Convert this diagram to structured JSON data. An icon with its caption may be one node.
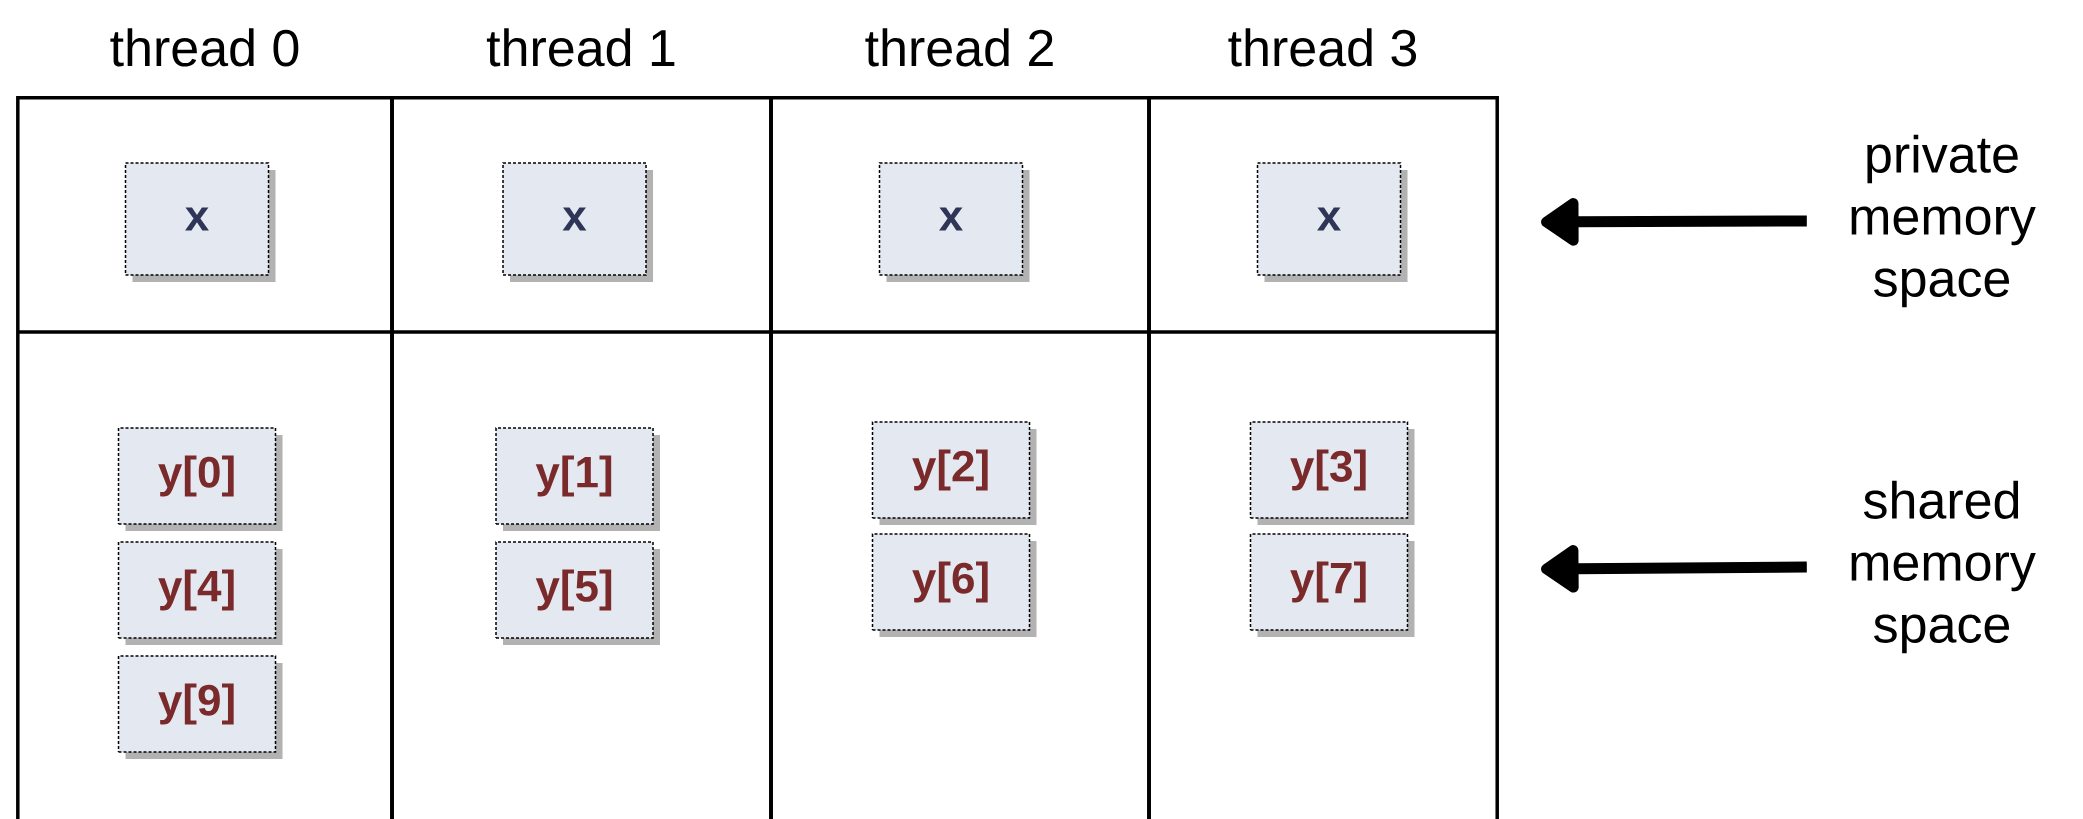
{
  "diagram": {
    "nodes": [
      {
        "text": [
          "thread 0"
        ]
      },
      {
        "text": [
          "x"
        ],
        "in": 0
      },
      {
        "text": [
          "y[0]"
        ],
        "in": 0
      },
      {
        "text": [
          "y[4]"
        ],
        "in": 0
      },
      {
        "text": [
          "y[9]"
        ],
        "in": 0
      },
      {
        "text": [
          "thread 1"
        ]
      },
      {
        "text": [
          "x"
        ],
        "in": 5
      },
      {
        "text": [
          "y[1]"
        ],
        "in": 5
      },
      {
        "text": [
          "y[5]"
        ],
        "in": 5
      },
      {
        "text": [
          "thread 2"
        ]
      },
      {
        "text": [
          "x"
        ],
        "in": 9
      },
      {
        "text": [
          "y[2]"
        ],
        "in": 9
      },
      {
        "text": [
          "y[6]"
        ],
        "in": 9
      },
      {
        "text": [
          "thread 3"
        ]
      },
      {
        "text": [
          "x"
        ],
        "in": 13
      },
      {
        "text": [
          "y[3]"
        ],
        "in": 13
      },
      {
        "text": [
          "y[7]"
        ],
        "in": 13
      },
      {
        "text": [
          "private memory space"
        ]
      },
      {
        "text": [
          "shared memory space"
        ]
      }
    ],
    "edges": [
      {
        "from": 17,
        "to": null,
        "arrow": "to"
      },
      {
        "from": 18,
        "to": null,
        "arrow": "to"
      }
    ]
  }
}
